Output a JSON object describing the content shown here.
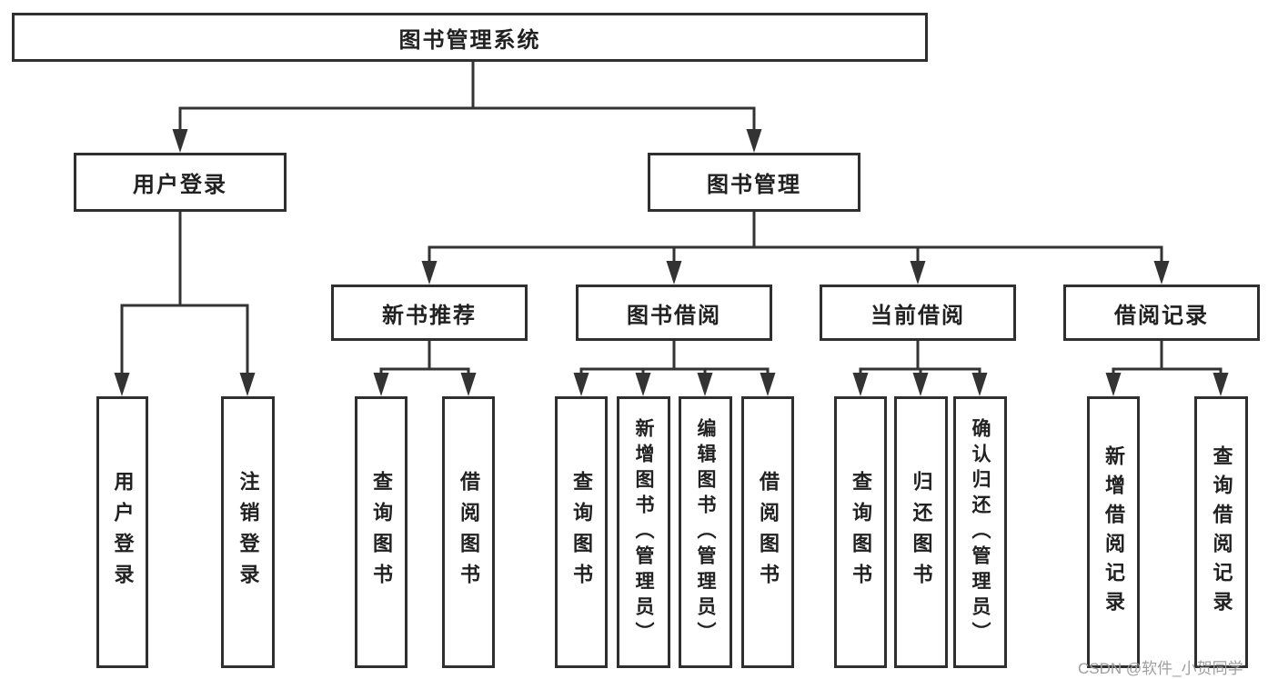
{
  "colors": {
    "line": "#333333",
    "box_border": "#2f2f2f",
    "text": "#212121",
    "watermark": "#9e9e9e",
    "background": "#ffffff"
  },
  "watermark": "CSDN @软件_小贺同学",
  "nodes": {
    "root": "图书管理系统",
    "user_login": "用户登录",
    "book_mgmt": "图书管理",
    "new_book_rec": "新书推荐",
    "book_borrow": "图书借阅",
    "current_borrow": "当前借阅",
    "borrow_records": "借阅记录",
    "leaf_login_user": "用户登录",
    "leaf_login_logout": "注销登录",
    "leaf_rec_query": "查询图书",
    "leaf_rec_borrow": "借阅图书",
    "leaf_bb_query": "查询图书",
    "leaf_bb_add": "新增图书（管理员）",
    "leaf_bb_edit": "编辑图书（管理员）",
    "leaf_bb_borrow": "借阅图书",
    "leaf_cb_query": "查询图书",
    "leaf_cb_return": "归还图书",
    "leaf_cb_confirm": "确认归还（管理员）",
    "leaf_br_add": "新增借阅记录",
    "leaf_br_query": "查询借阅记录"
  },
  "hierarchy": {
    "label": "图书管理系统",
    "children": [
      {
        "label": "用户登录",
        "children": [
          {
            "label": "用户登录"
          },
          {
            "label": "注销登录"
          }
        ]
      },
      {
        "label": "图书管理",
        "children": [
          {
            "label": "新书推荐",
            "children": [
              {
                "label": "查询图书"
              },
              {
                "label": "借阅图书"
              }
            ]
          },
          {
            "label": "图书借阅",
            "children": [
              {
                "label": "查询图书"
              },
              {
                "label": "新增图书（管理员）"
              },
              {
                "label": "编辑图书（管理员）"
              },
              {
                "label": "借阅图书"
              }
            ]
          },
          {
            "label": "当前借阅",
            "children": [
              {
                "label": "查询图书"
              },
              {
                "label": "归还图书"
              },
              {
                "label": "确认归还（管理员）"
              }
            ]
          },
          {
            "label": "借阅记录",
            "children": [
              {
                "label": "新增借阅记录"
              },
              {
                "label": "查询借阅记录"
              }
            ]
          }
        ]
      }
    ]
  }
}
